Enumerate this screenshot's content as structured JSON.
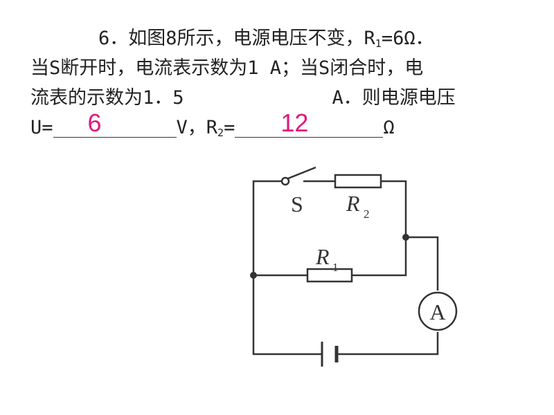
{
  "problem": {
    "number": "6．",
    "line1_text": "如图8所示，电源电压不变，R",
    "line1_sub": "1",
    "line1_tail": "=6Ω．",
    "line2": "当S断开时，电流表示数为1 A；当S闭合时，电",
    "line3_a": "流表的示数为1．5",
    "line3_b": "A．则电源电压",
    "line4_u_prefix": "U=",
    "line4_u_unit": "V，R",
    "line4_r_sub": "2",
    "line4_r_eq": "=",
    "line4_r_unit": "Ω",
    "answer_u": "6",
    "answer_r2": "12"
  },
  "circuit": {
    "switch_label": "S",
    "r2_label": "R",
    "r2_sub": "2",
    "r1_label": "R",
    "r1_sub": "1",
    "ammeter_label": "A"
  },
  "colors": {
    "answer": "#e0197d",
    "text": "#222222",
    "wire": "#333333"
  }
}
